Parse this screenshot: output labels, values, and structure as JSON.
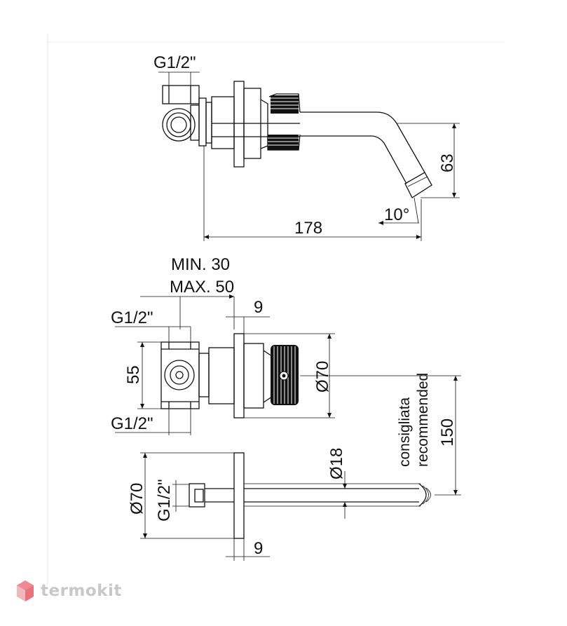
{
  "brand": {
    "name": "termokit",
    "icon": "cube-logo-icon",
    "color": "#e8737a"
  },
  "top_view": {
    "thread_label": "G1/2\"",
    "height_dim": "63",
    "length_dim": "178",
    "angle_dim": "10°"
  },
  "middle_view": {
    "depth_min": "MIN. 30",
    "depth_max": "MAX. 50",
    "plate_thickness": "9",
    "thread_top": "G1/2\"",
    "thread_bottom": "G1/2\"",
    "body_height": "55",
    "plate_diameter": "Ø70",
    "recommended_it": "consigliata",
    "recommended_en": "recommended",
    "recommended_height": "150"
  },
  "bottom_view": {
    "plate_diameter": "Ø70",
    "thread_label": "G1/2\"",
    "spout_diameter": "Ø18",
    "plate_thickness": "9"
  }
}
